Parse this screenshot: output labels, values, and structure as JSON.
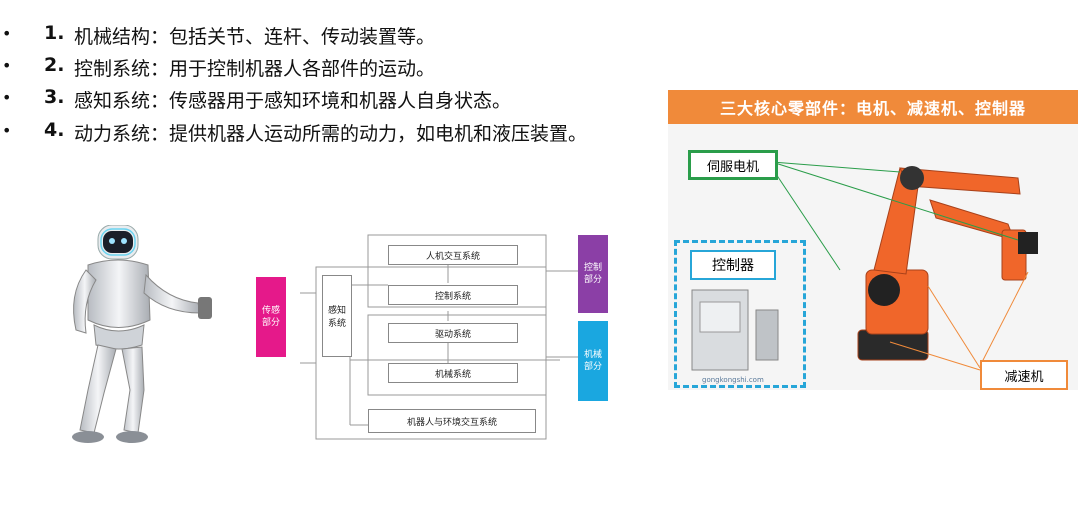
{
  "bullets": [
    {
      "dot": "•",
      "num": "1.",
      "text": "机械结构：包括关节、连杆、传动装置等。"
    },
    {
      "dot": "•",
      "num": "2.",
      "text": "控制系统：用于控制机器人各部件的运动。"
    },
    {
      "dot": "•",
      "num": "3.",
      "text": "感知系统：传感器用于感知环境和机器人自身状态。"
    },
    {
      "dot": "•",
      "num": "4.",
      "text": "动力系统：提供机器人运动所需的动力，如电机和液压装置。"
    }
  ],
  "diagram": {
    "boxes": {
      "hri": "人机交互系统",
      "control": "控制系统",
      "perception": "感知\n系统",
      "drive": "驱动系统",
      "mechanical": "机械系统",
      "env": "机器人与环境交互系统"
    },
    "sides": {
      "sensor": "传感\n部分",
      "control_part": "控制\n部分",
      "mech_part": "机械\n部分"
    },
    "colors": {
      "sensor": "#e5198a",
      "control_part": "#8b3fa6",
      "mech_part": "#1aa7e0"
    }
  },
  "photo": {
    "banner": "三大核心零部件：电机、减速机、控制器",
    "servo": "伺服电机",
    "controller": "控制器",
    "reducer": "减速机",
    "watermark": "gongkongshi.com",
    "colors": {
      "banner": "#f08a3a",
      "servo_border": "#2a9d4a",
      "controller_border": "#27a6d8",
      "arm": "#f0662a"
    }
  }
}
